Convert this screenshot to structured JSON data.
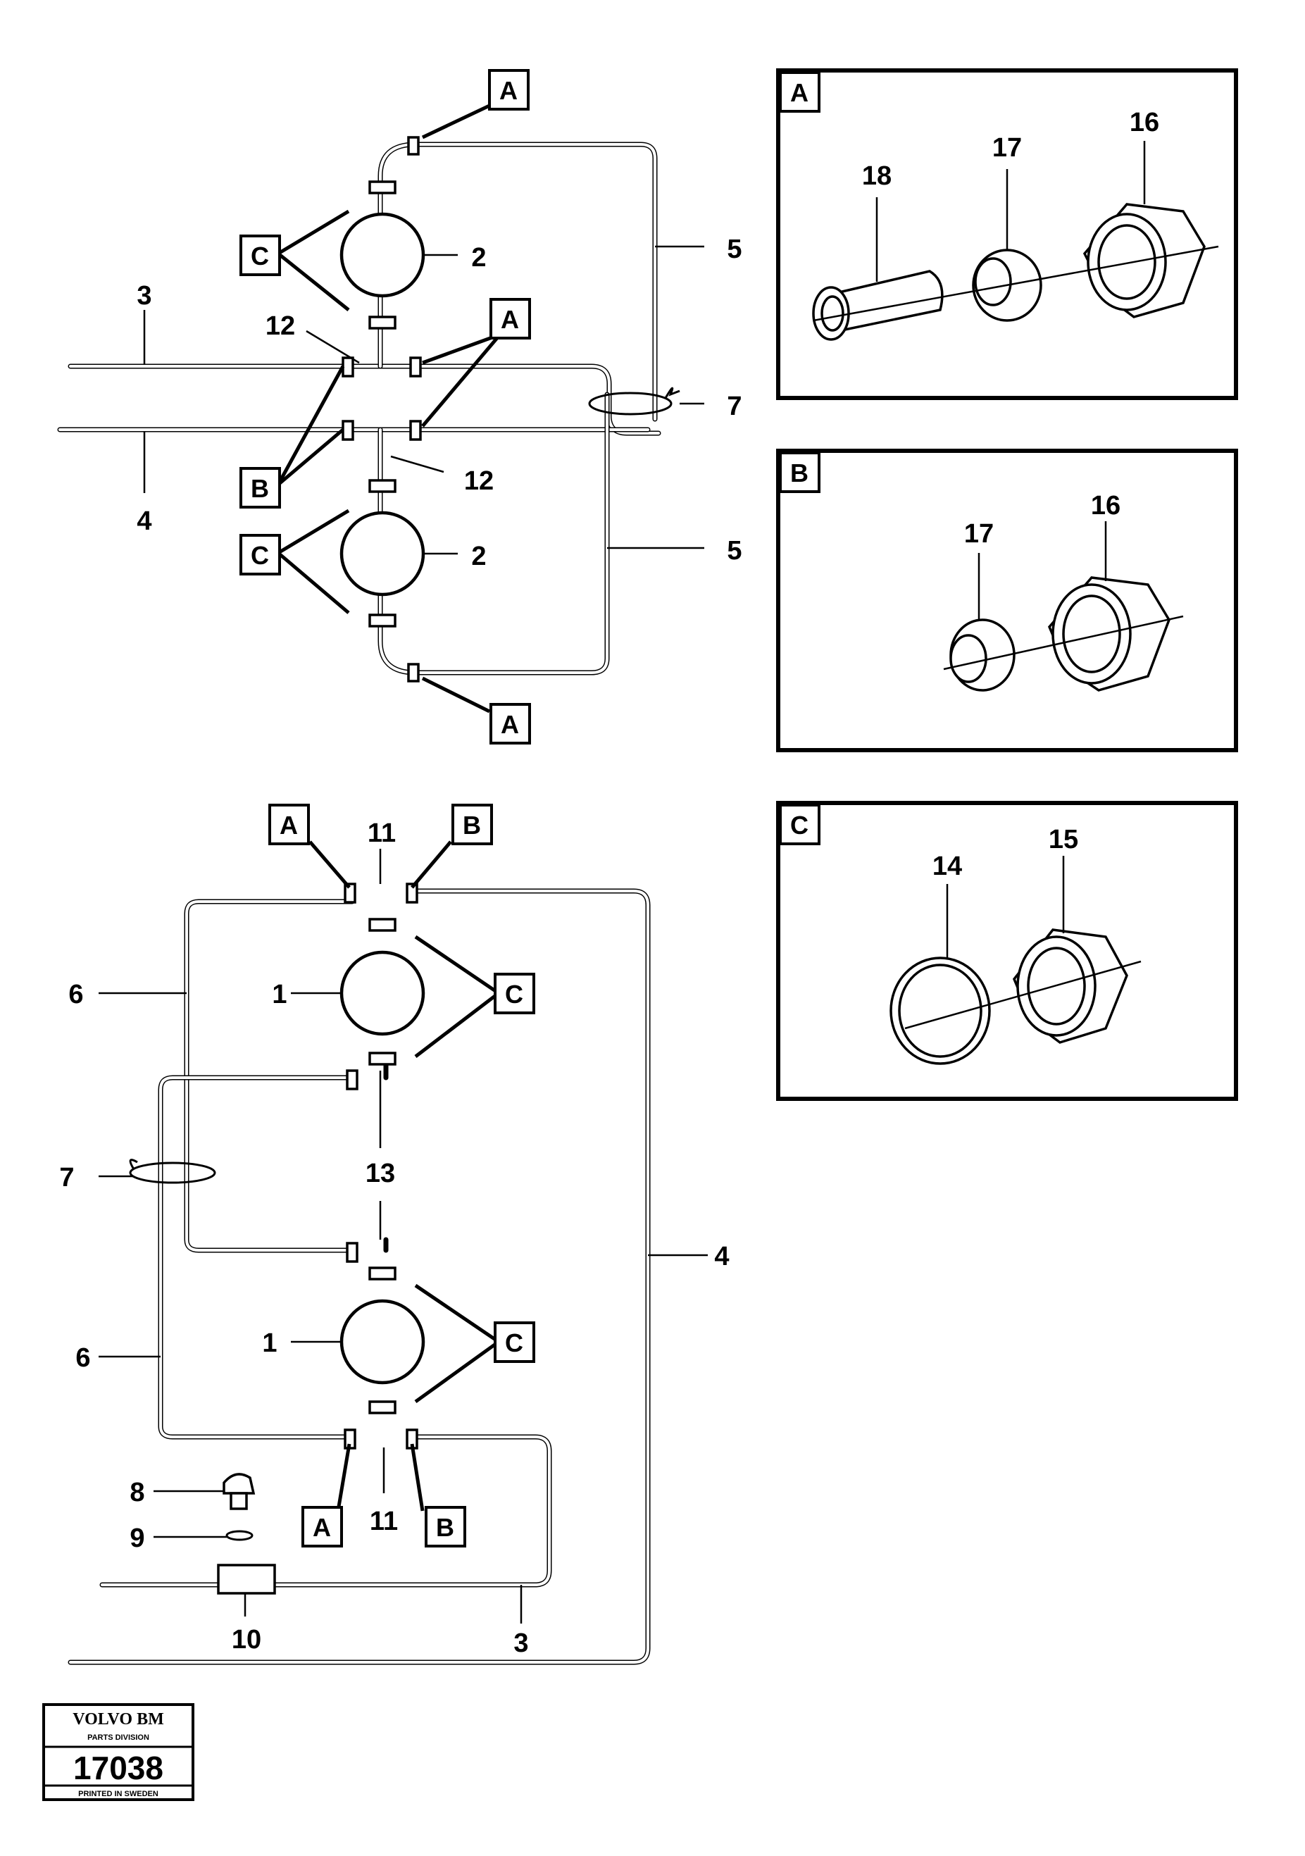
{
  "callouts": {
    "n1": "1",
    "n2": "2",
    "n3": "3",
    "n4": "4",
    "n5": "5",
    "n6": "6",
    "n7": "7",
    "n8": "8",
    "n9": "9",
    "n10": "10",
    "n11": "11",
    "n12": "12",
    "n13": "13",
    "n14": "14",
    "n15": "15",
    "n16": "16",
    "n17": "17",
    "n18": "18"
  },
  "detail_letters": {
    "a": "A",
    "b": "B",
    "c": "C"
  },
  "detail_panels": [
    {
      "letter": "A",
      "parts": [
        "18",
        "17",
        "16"
      ]
    },
    {
      "letter": "B",
      "parts": [
        "17",
        "16"
      ]
    },
    {
      "letter": "C",
      "parts": [
        "14",
        "15"
      ]
    }
  ],
  "stamp": {
    "brand": "VOLVO BM",
    "division": "PARTS DIVISION",
    "number": "17038",
    "printed": "PRINTED IN SWEDEN"
  }
}
